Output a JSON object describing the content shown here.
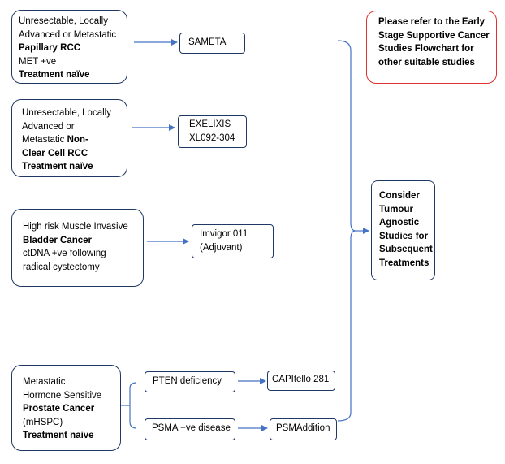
{
  "papillary": [
    "Unresectable, Locally",
    "Advanced or Metastatic",
    "Papillary RCC",
    "MET +ve",
    "Treatment naïve"
  ],
  "nccrcc": [
    "Unresectable, Locally",
    "Advanced or",
    "Metastatic ",
    "Non-",
    "Clear Cell RCC",
    "Treatment naïve"
  ],
  "bladder": [
    "High risk Muscle Invasive",
    "Bladder Cancer",
    "ctDNA +ve following",
    "radical cystectomy"
  ],
  "prostate": [
    "Metastatic",
    "Hormone Sensitive",
    "Prostate Cancer",
    "(mHSPC)",
    "Treatment naive"
  ],
  "sameta": "SAMETA",
  "exelixis": [
    "EXELIXIS",
    "XL092-304"
  ],
  "imvigor": [
    "Imvigor 011",
    "(Adjuvant)"
  ],
  "pten": "PTEN deficiency",
  "psma": "PSMA +ve disease",
  "capitello": "CAPItello 281",
  "psmaddition": "PSMAddition",
  "consider": [
    "Consider",
    "Tumour",
    "Agnostic",
    "Studies for",
    "Subsequent",
    "Treatments"
  ],
  "refer": [
    "Please refer to the Early",
    "Stage Supportive Cancer",
    "Studies Flowchart for",
    "other suitable studies"
  ],
  "colors": {
    "box_border": "#1f3864",
    "connector": "#4472c4",
    "refer_border": "#e03030"
  }
}
